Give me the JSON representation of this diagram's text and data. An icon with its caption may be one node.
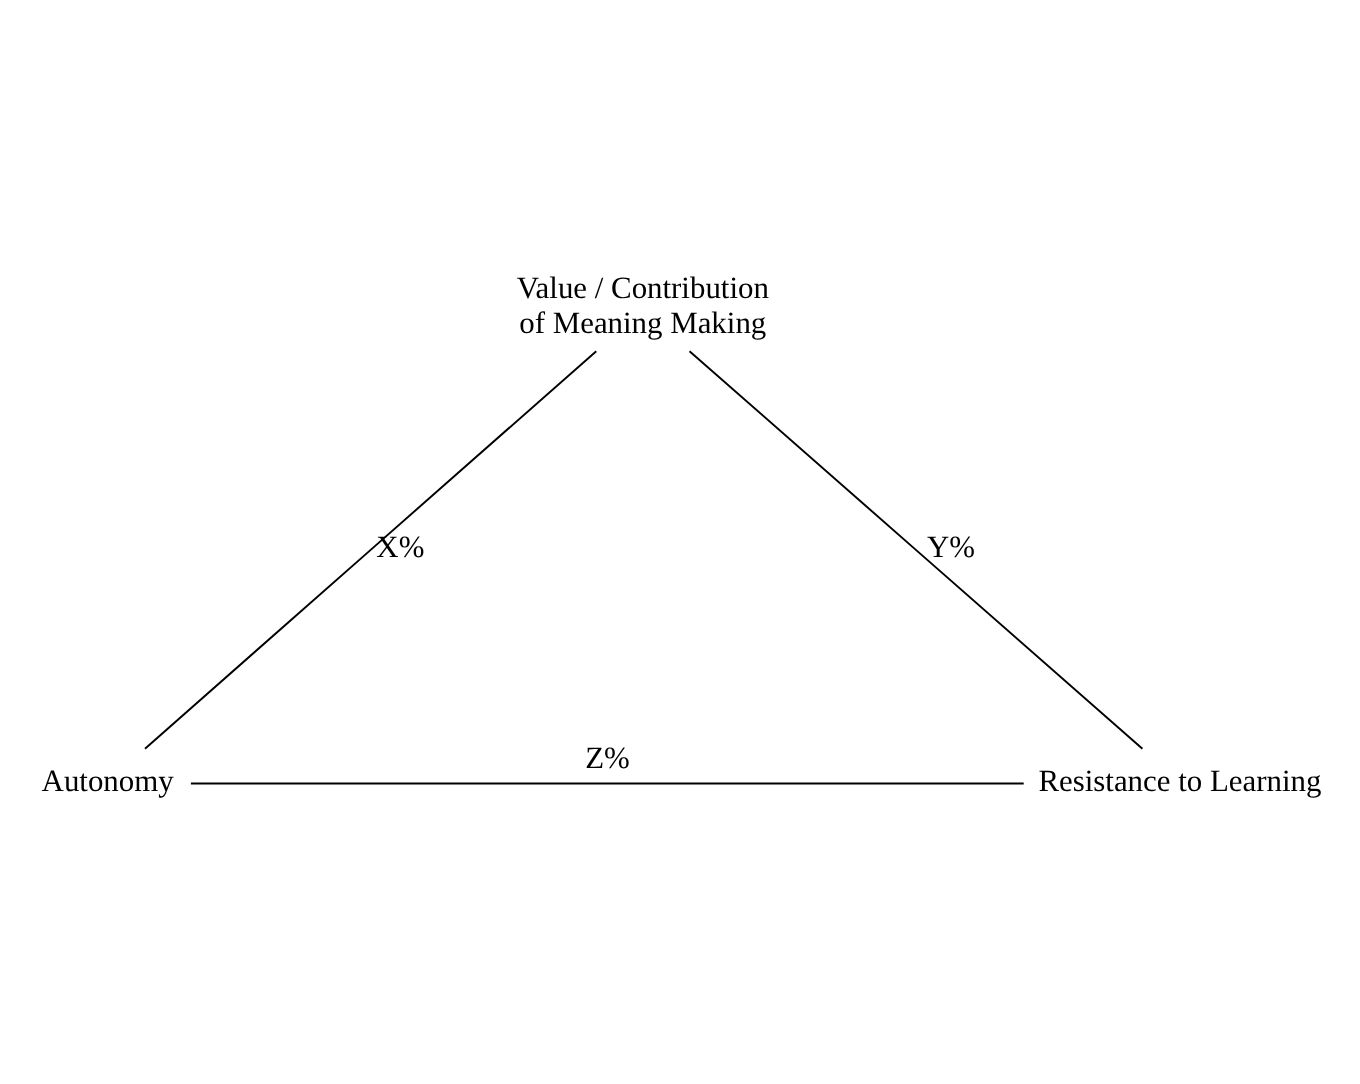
{
  "diagram": {
    "nodes": [
      {
        "text": [
          "Value / Contribution of Meaning Making"
        ]
      },
      {
        "text": [
          "Autonomy"
        ]
      },
      {
        "text": [
          "Resistance to Learning"
        ]
      }
    ],
    "edges": [
      {
        "from": 0,
        "to": 1,
        "arrow": "none",
        "label": "X%"
      },
      {
        "from": 0,
        "to": 2,
        "arrow": "none",
        "label": "Y%"
      },
      {
        "from": 1,
        "to": 2,
        "arrow": "none",
        "label": "Z%"
      }
    ]
  }
}
